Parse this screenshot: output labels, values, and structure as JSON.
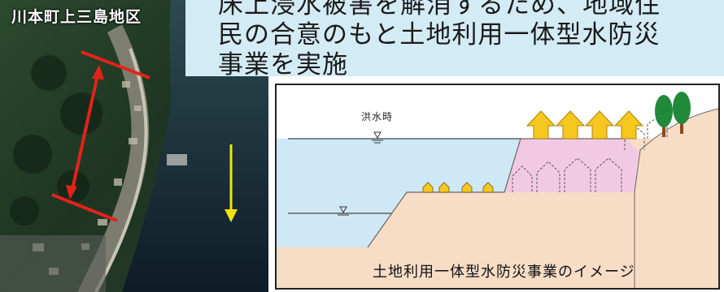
{
  "photo": {
    "location_label": "川本町上三島地区",
    "marker_colors": {
      "red": "#e2231a",
      "yellow": "#f4e20c"
    }
  },
  "callout": {
    "text": "床上浸水被害を解消するため、地域住\n民の合意のもと土地利用一体型水防災\n事業を実施",
    "background": "#d3ebf5"
  },
  "diagram": {
    "flood_label": "洪水時",
    "caption": "土地利用一体型水防災事業のイメージ",
    "colors": {
      "water": "#cfe8f5",
      "embankment": "#f2c9e3",
      "ground": "#f7dcc6",
      "house": "#f6c71e",
      "tree": "#1f8a3a"
    }
  }
}
